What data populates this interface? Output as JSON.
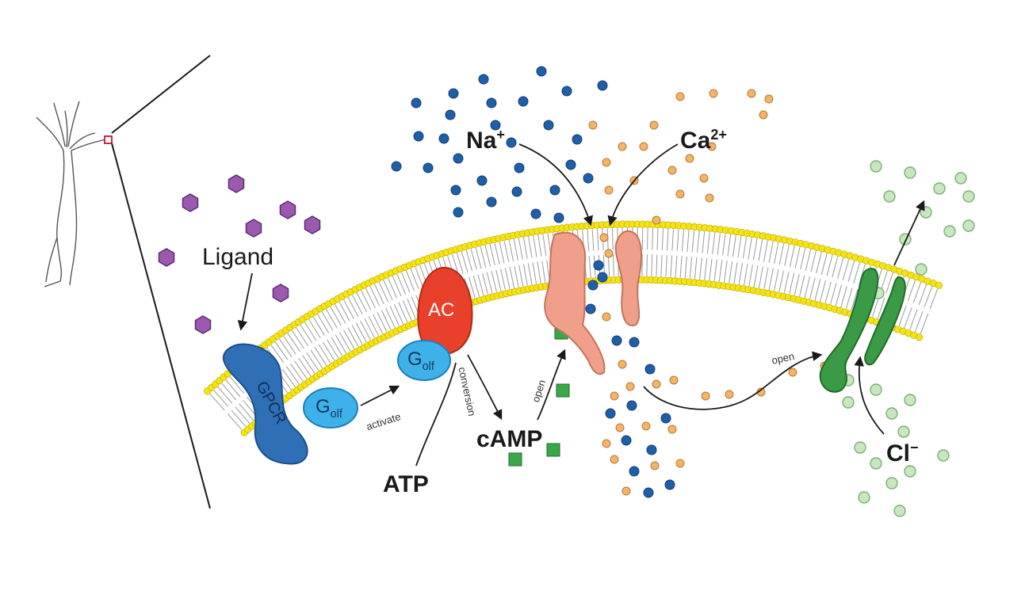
{
  "labels": {
    "ligand": "Ligand",
    "gpcr": "GPCR",
    "g_olf_1": "G",
    "g_olf_1_sub": "olf",
    "g_olf_2": "G",
    "g_olf_2_sub": "olf",
    "ac": "AC",
    "activate": "activate",
    "conversion": "conversion",
    "atp": "ATP",
    "camp": "cAMP",
    "open_1": "open",
    "open_2": "open",
    "na": "Na",
    "na_sup": "+",
    "ca": "Ca",
    "ca_sup": "2+",
    "cl": "Cl",
    "cl_sup": "−"
  },
  "colors": {
    "sodium_ion": "#1f5fa8",
    "calcium_ion": "#f2b36a",
    "chloride_ion": "#c8e6c0",
    "ligand": "#9b5ab0",
    "gpcr": "#2f6fb6",
    "g_olf": "#3fb1ea",
    "adenylyl_cyclase": "#e8402a",
    "cng_channel": "#f0a08a",
    "chloride_channel": "#3a9a46",
    "camp": "#3aa848",
    "lipid_head": "#f4e317"
  }
}
